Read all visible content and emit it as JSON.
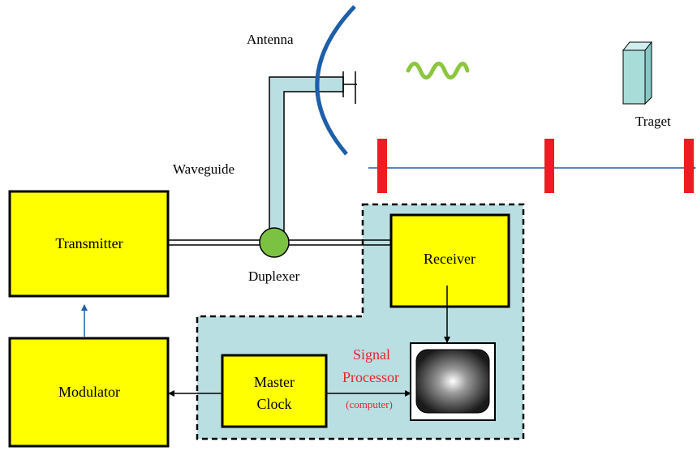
{
  "labels": {
    "antenna": "Antenna",
    "waveguide": "Waveguide",
    "target": "Traget",
    "duplexer": "Duplexer",
    "transmitter": "Transmitter",
    "receiver": "Receiver",
    "modulator": "Modulator",
    "master_clock_line1": "Master",
    "master_clock_line2": "Clock",
    "signal_processor_line1": "Signal",
    "signal_processor_line2": "Processor",
    "computer": "(computer)"
  },
  "colors": {
    "block_fill": "#ffff00",
    "panel_fill": "#b9dfe3",
    "waveguide_fill": "#b9dfe3",
    "duplexer_fill": "#7cc242",
    "antenna_stroke": "#1d5fa8",
    "wave_stroke": "#8cc63f",
    "pulse_fill": "#ed1c24",
    "signal_text": "#e8232a",
    "range_line": "#1d5fa8",
    "target_fill": "#a8dcd8"
  }
}
